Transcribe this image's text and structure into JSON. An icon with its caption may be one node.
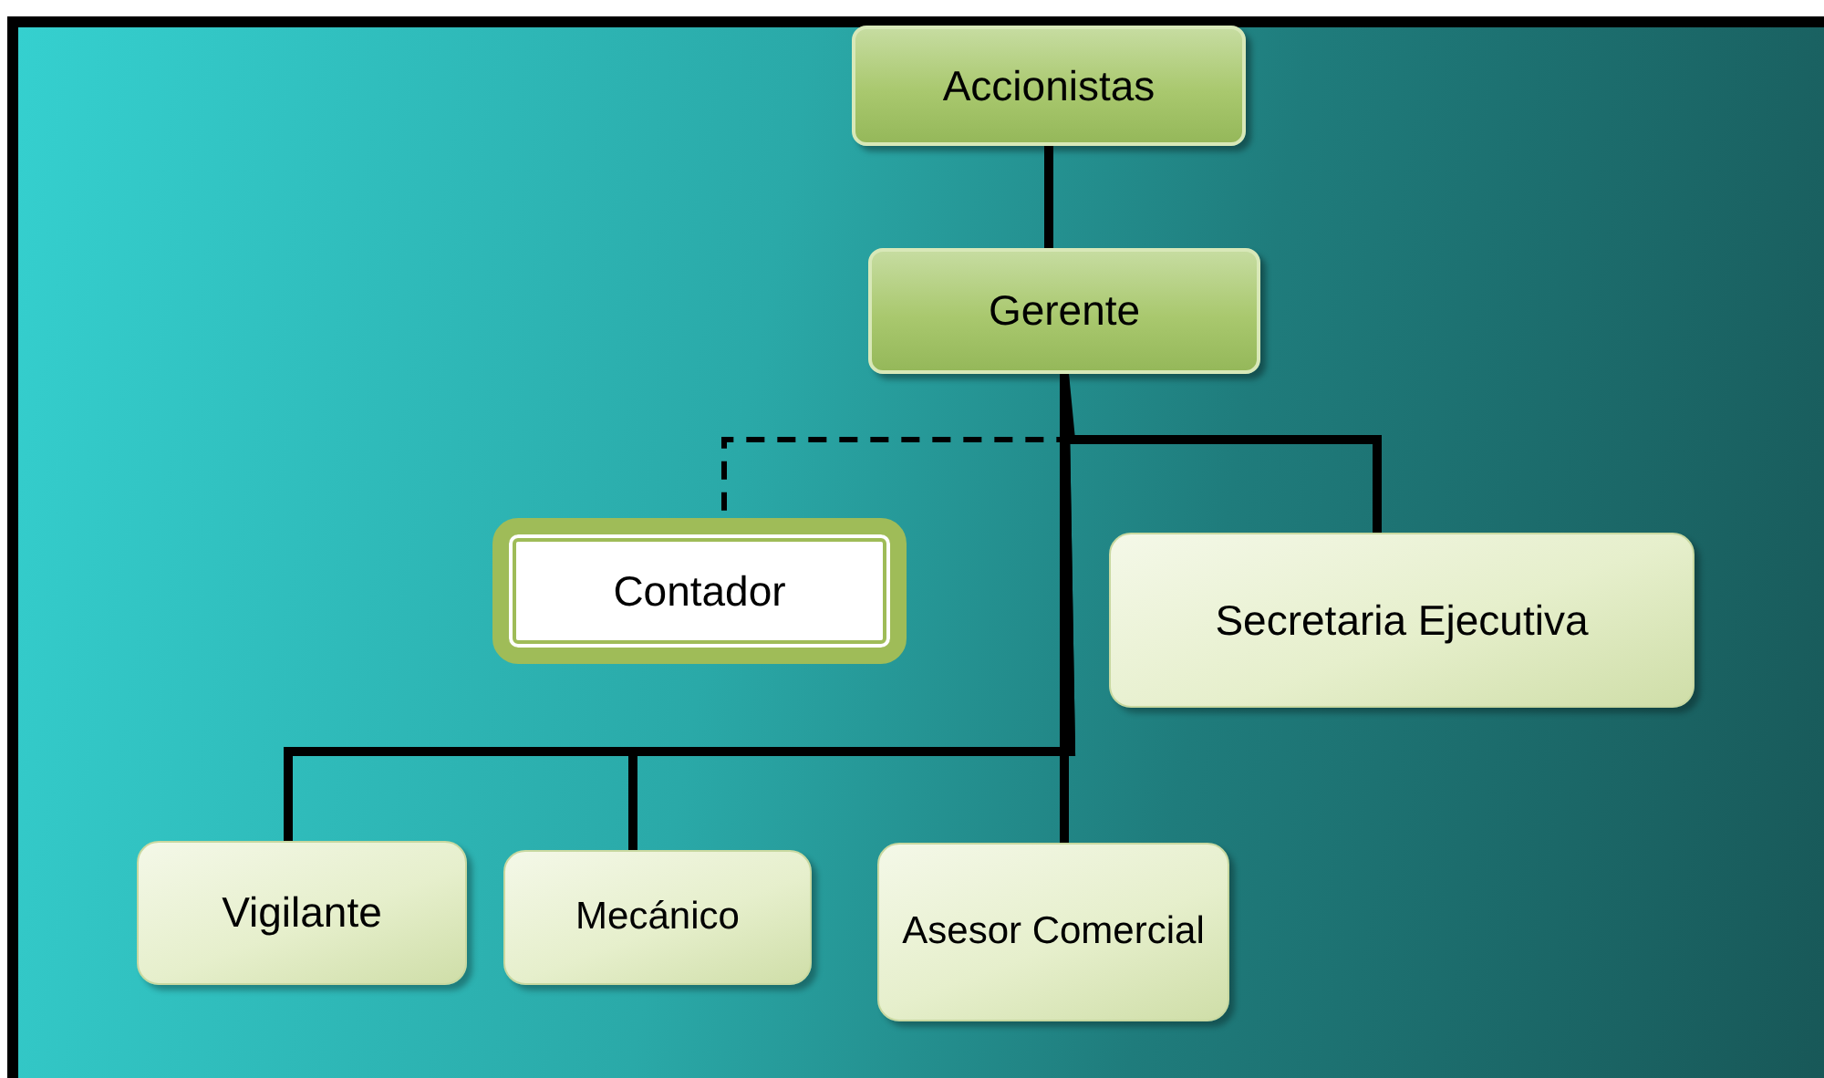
{
  "diagram": {
    "nodes": [
      {
        "text": [
          "Accionistas"
        ]
      },
      {
        "text": [
          "Gerente"
        ]
      },
      {
        "text": [
          "Contador"
        ]
      },
      {
        "text": [
          "Secretaria Ejecutiva"
        ]
      },
      {
        "text": [
          "Vigilante"
        ]
      },
      {
        "text": [
          "Mecánico"
        ]
      },
      {
        "text": [
          "Asesor Comercial"
        ]
      }
    ],
    "edges": [
      {
        "from": 0,
        "to": 1,
        "arrow": "none"
      },
      {
        "from": 1,
        "to": 2,
        "arrow": "none",
        "style": "dashed"
      },
      {
        "from": 1,
        "to": 3,
        "arrow": "none"
      },
      {
        "from": 1,
        "to": 4,
        "arrow": "none"
      },
      {
        "from": 1,
        "to": 5,
        "arrow": "none"
      },
      {
        "from": 1,
        "to": 6,
        "arrow": "none"
      }
    ]
  }
}
